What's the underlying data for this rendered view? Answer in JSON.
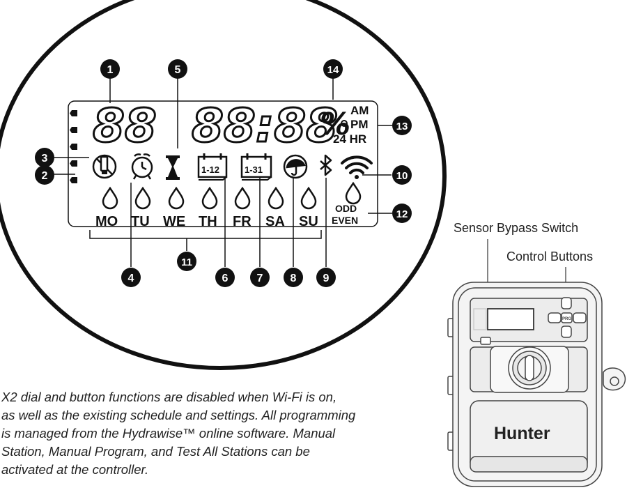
{
  "lcd": {
    "station_digits": "88",
    "time_digits": "88:88",
    "percent": "%",
    "am": "AM",
    "pm": "PM",
    "hr24": "24 HR",
    "interval_1_12": "1-12",
    "interval_1_31": "1-31",
    "odd": "ODD",
    "even": "EVEN",
    "days": [
      "MO",
      "TU",
      "WE",
      "TH",
      "FR",
      "SA",
      "SU"
    ]
  },
  "callouts": [
    "1",
    "2",
    "3",
    "4",
    "5",
    "6",
    "7",
    "8",
    "9",
    "10",
    "11",
    "12",
    "13",
    "14"
  ],
  "labels": {
    "sensor_bypass": "Sensor Bypass Switch",
    "control_buttons": "Control Buttons"
  },
  "controller": {
    "brand": "Hunter",
    "prg_button": "PRG"
  },
  "note": {
    "lines": [
      "X2 dial and button functions are disabled when Wi-Fi is on,",
      "as well as the existing schedule and settings. All programming",
      "is managed from the Hydrawise™ online software. Manual",
      "Station, Manual Program, and Test All Stations can be",
      "activated at the controller."
    ]
  }
}
